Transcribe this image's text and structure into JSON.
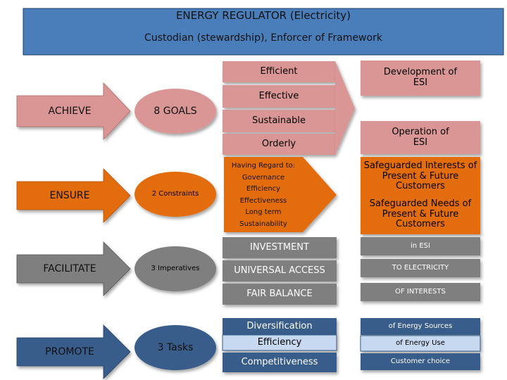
{
  "banner": {
    "title": "ENERGY REGULATOR (Electricity)",
    "subtitle": "Custodian (stewardship),  Enforcer of  Framework"
  },
  "rows": {
    "achieve": {
      "action": "ACHIEVE",
      "count": "8 GOALS",
      "goals": [
        "Efficient",
        "Effective",
        "Sustainable",
        "Orderly"
      ],
      "outcomes": [
        "Development of ESI",
        "Operation of ESI"
      ]
    },
    "ensure": {
      "action": "ENSURE",
      "count": "2 Constraints",
      "constraints": [
        "Having Regard to:",
        "Governance",
        "Efficiency",
        "Effectiveness",
        "Long term",
        "Sustainability"
      ],
      "interests": [
        "Safeguarded Interests of Present & Future Customers",
        "Safeguarded Needs of Present & Future Customers"
      ]
    },
    "facilitate": {
      "action": "FACILITATE",
      "count": "3 Imperatives",
      "items": [
        {
          "left": "INVESTMENT",
          "right": "in ESI"
        },
        {
          "left": "UNIVERSAL ACCESS",
          "right": "TO ELECTRICITY"
        },
        {
          "left": "FAIR BALANCE",
          "right": "OF INTERESTS"
        }
      ]
    },
    "promote": {
      "action": "PROMOTE",
      "count": "3 Tasks",
      "items": [
        {
          "left": "Diversification",
          "right": "of Energy Sources"
        },
        {
          "left": "Efficiency",
          "right": "of Energy Use"
        },
        {
          "left": "Competitiveness",
          "right": "Customer choice"
        }
      ]
    }
  },
  "colors": {
    "banner": "#4a7ebb",
    "pink": "#d99694",
    "orange": "#e36c0a",
    "grey": "#7f7f7f",
    "light_blue": "#c6d9f1",
    "dark_blue": "#385d8a"
  }
}
